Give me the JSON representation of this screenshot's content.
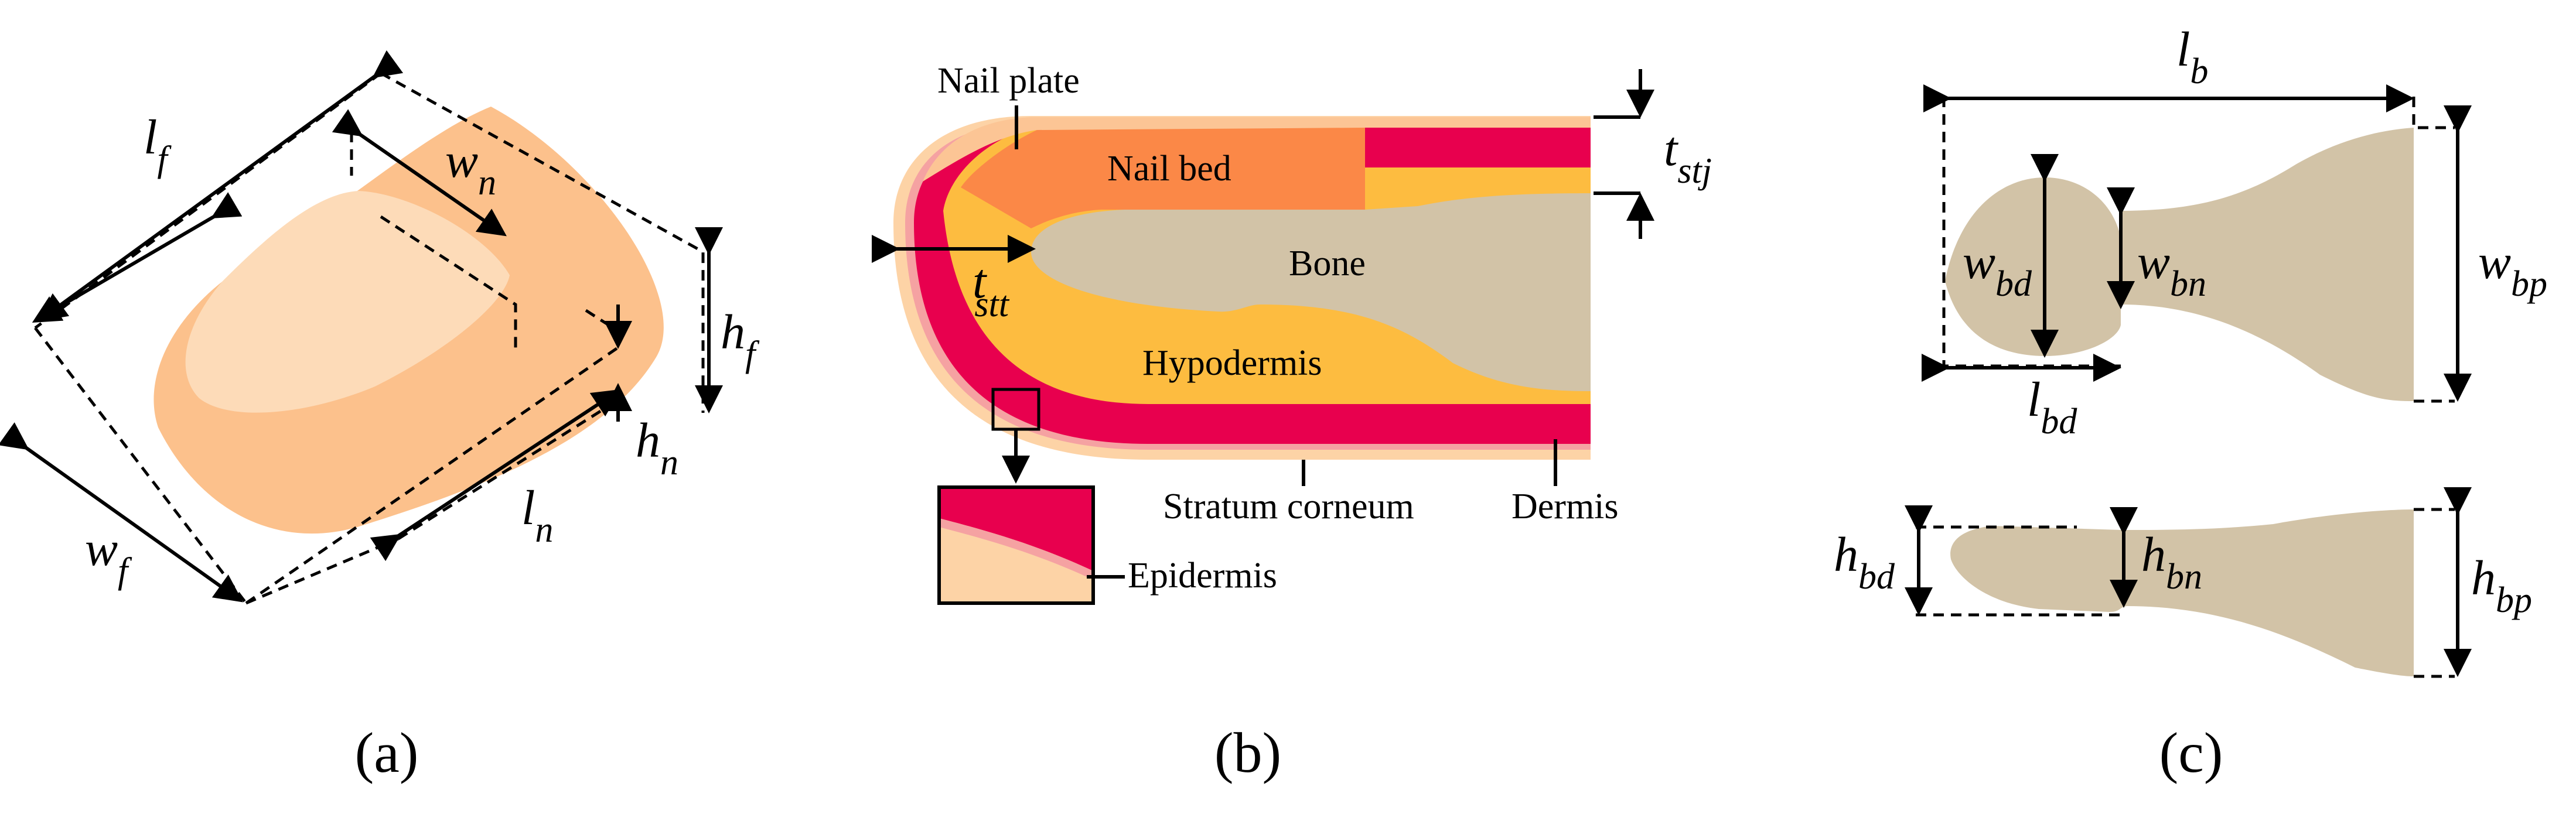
{
  "panel_a": {
    "caption": "(a)",
    "labels": {
      "lf": {
        "v": "l",
        "s": "f"
      },
      "wn": {
        "v": "w",
        "s": "n"
      },
      "hf": {
        "v": "h",
        "s": "f"
      },
      "hn": {
        "v": "h",
        "s": "n"
      },
      "ln": {
        "v": "l",
        "s": "n"
      },
      "wf": {
        "v": "w",
        "s": "f"
      }
    },
    "colors": {
      "finger": "#fcc18c",
      "nail": "#fddbb8"
    }
  },
  "panel_b": {
    "caption": "(b)",
    "labels": {
      "nail_plate": "Nail plate",
      "nail_bed": "Nail bed",
      "bone": "Bone",
      "hypodermis": "Hypodermis",
      "stratum_corneum": "Stratum corneum",
      "dermis": "Dermis",
      "epidermis": "Epidermis",
      "tstj": {
        "v": "t",
        "s": "stj"
      },
      "tstt": {
        "v": "t",
        "s": "stt"
      }
    },
    "colors": {
      "nail_plate": "#fcc595",
      "nail_bed": "#fb8847",
      "dermis": "#e8004e",
      "hypodermis": "#fdbc40",
      "bone": "#d2c3a7",
      "epidermis": "#f5a2a2",
      "stratum_corneum": "#fdd3a6"
    }
  },
  "panel_c": {
    "caption": "(c)",
    "labels": {
      "lb": {
        "v": "l",
        "s": "b"
      },
      "wbd": {
        "v": "w",
        "s": "bd"
      },
      "wbn": {
        "v": "w",
        "s": "bn"
      },
      "wbp": {
        "v": "w",
        "s": "bp"
      },
      "lbd": {
        "v": "l",
        "s": "bd"
      },
      "hbd": {
        "v": "h",
        "s": "bd"
      },
      "hbn": {
        "v": "h",
        "s": "bn"
      },
      "hbp": {
        "v": "h",
        "s": "bp"
      }
    },
    "colors": {
      "bone": "#d2c3a7"
    }
  }
}
